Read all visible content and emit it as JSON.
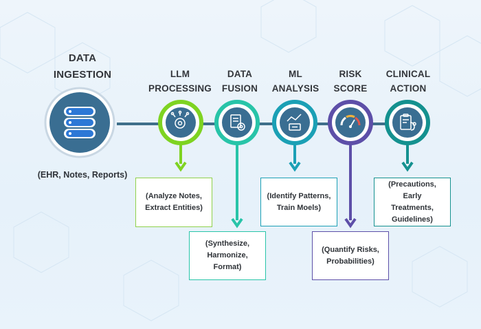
{
  "main_source": {
    "title": "DATA\nINGESTION",
    "subtitle": "(EHR, Notes, Reports)",
    "icon": "database-icon"
  },
  "steps": [
    {
      "id": "llm",
      "title": "LLM\nPROCESSING",
      "icon": "ai-brain-icon",
      "color": "#7ed321",
      "box_lines": [
        "(Analyze Notes,",
        "Extract Entities)"
      ]
    },
    {
      "id": "fusion",
      "title": "DATA\nFUSION",
      "icon": "data-merge-icon",
      "color": "#28c4a8",
      "box_lines": [
        "(Synthesize,",
        "Harmonize,",
        "Format)"
      ]
    },
    {
      "id": "ml",
      "title": "ML\nANALYSIS",
      "icon": "ml-chart-icon",
      "color": "#1ba0b5",
      "box_lines": [
        "(Identify Patterns,",
        "Train Moels)"
      ]
    },
    {
      "id": "risk",
      "title": "RISK\nSCORE",
      "icon": "gauge-icon",
      "color": "#5d4fa8",
      "box_lines": [
        "(Quantify Risks,",
        "Probabilities)"
      ]
    },
    {
      "id": "clinical",
      "title": "CLINICAL\nACTION",
      "icon": "clipboard-stethoscope-icon",
      "color": "#14918f",
      "box_lines": [
        "(Precautions, Early",
        "Treatments,",
        "Guidelines)"
      ]
    }
  ],
  "colors": {
    "connector": "#3f6f8a",
    "node_fill": "#3a6e92",
    "db_blue": "#2d78d6"
  }
}
